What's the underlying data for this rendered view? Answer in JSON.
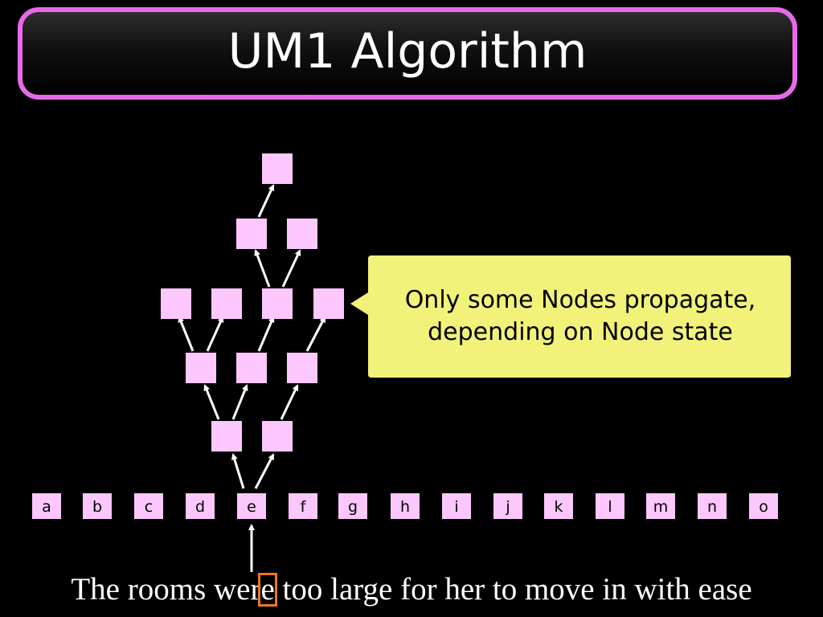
{
  "title": "UM1 Algorithm",
  "callout": {
    "line1": "Only some Nodes propagate,",
    "line2": "depending on Node state"
  },
  "letters": [
    "a",
    "b",
    "c",
    "d",
    "e",
    "f",
    "g",
    "h",
    "i",
    "j",
    "k",
    "l",
    "m",
    "n",
    "o"
  ],
  "sentence": {
    "before": "The rooms wer",
    "highlighted": "e",
    "after": " too large for her to move in with ease"
  },
  "colors": {
    "title_border": "#e86ae8",
    "node_fill": "#fcc7fc",
    "callout_fill": "#f2f27a",
    "highlight_box": "#e87722",
    "arrow": "#ffffff"
  }
}
